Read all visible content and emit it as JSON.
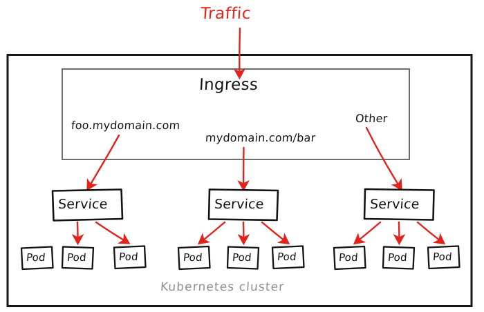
{
  "diagram": {
    "title": "Kubernetes Ingress routing diagram",
    "colors": {
      "arrow_red": "#e1231b",
      "cluster_border": "#161616",
      "ingress_border": "#6e6e6e",
      "box_border": "#141414",
      "cluster_label": "#8f8f8f",
      "text": "#141414",
      "background": "#ffffff"
    },
    "traffic": {
      "label": "Traffic"
    },
    "cluster": {
      "label": "Kubernetes cluster"
    },
    "ingress": {
      "label": "Ingress",
      "routes": [
        {
          "label": "foo.mydomain.com"
        },
        {
          "label": "mydomain.com/bar"
        },
        {
          "label": "Other"
        }
      ]
    },
    "services": [
      {
        "label": "Service",
        "route": "foo.mydomain.com",
        "pods": [
          {
            "label": "Pod"
          },
          {
            "label": "Pod"
          },
          {
            "label": "Pod"
          }
        ]
      },
      {
        "label": "Service",
        "route": "mydomain.com/bar",
        "pods": [
          {
            "label": "Pod"
          },
          {
            "label": "Pod"
          },
          {
            "label": "Pod"
          }
        ]
      },
      {
        "label": "Service",
        "route": "Other",
        "pods": [
          {
            "label": "Pod"
          },
          {
            "label": "Pod"
          },
          {
            "label": "Pod"
          }
        ]
      }
    ]
  }
}
